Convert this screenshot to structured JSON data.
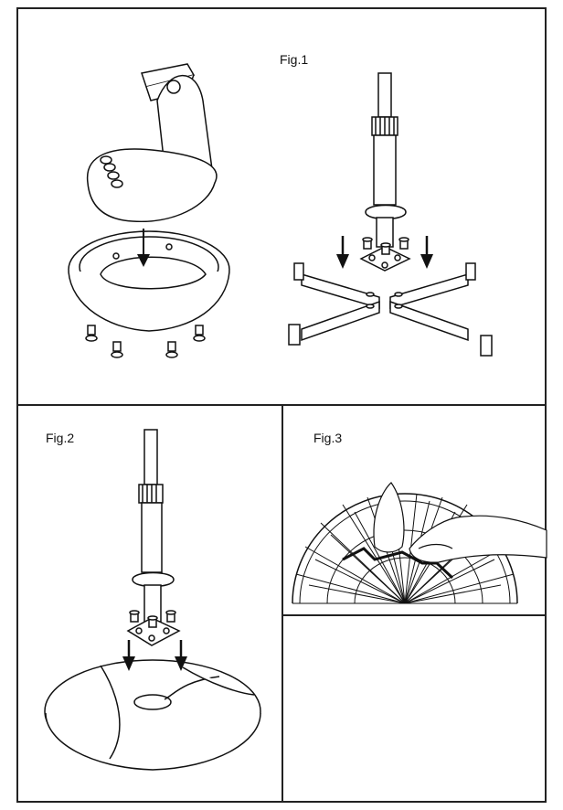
{
  "figures": {
    "fig1": {
      "label": "Fig.1"
    },
    "fig2": {
      "label": "Fig.2"
    },
    "fig3": {
      "label": "Fig.3"
    }
  }
}
